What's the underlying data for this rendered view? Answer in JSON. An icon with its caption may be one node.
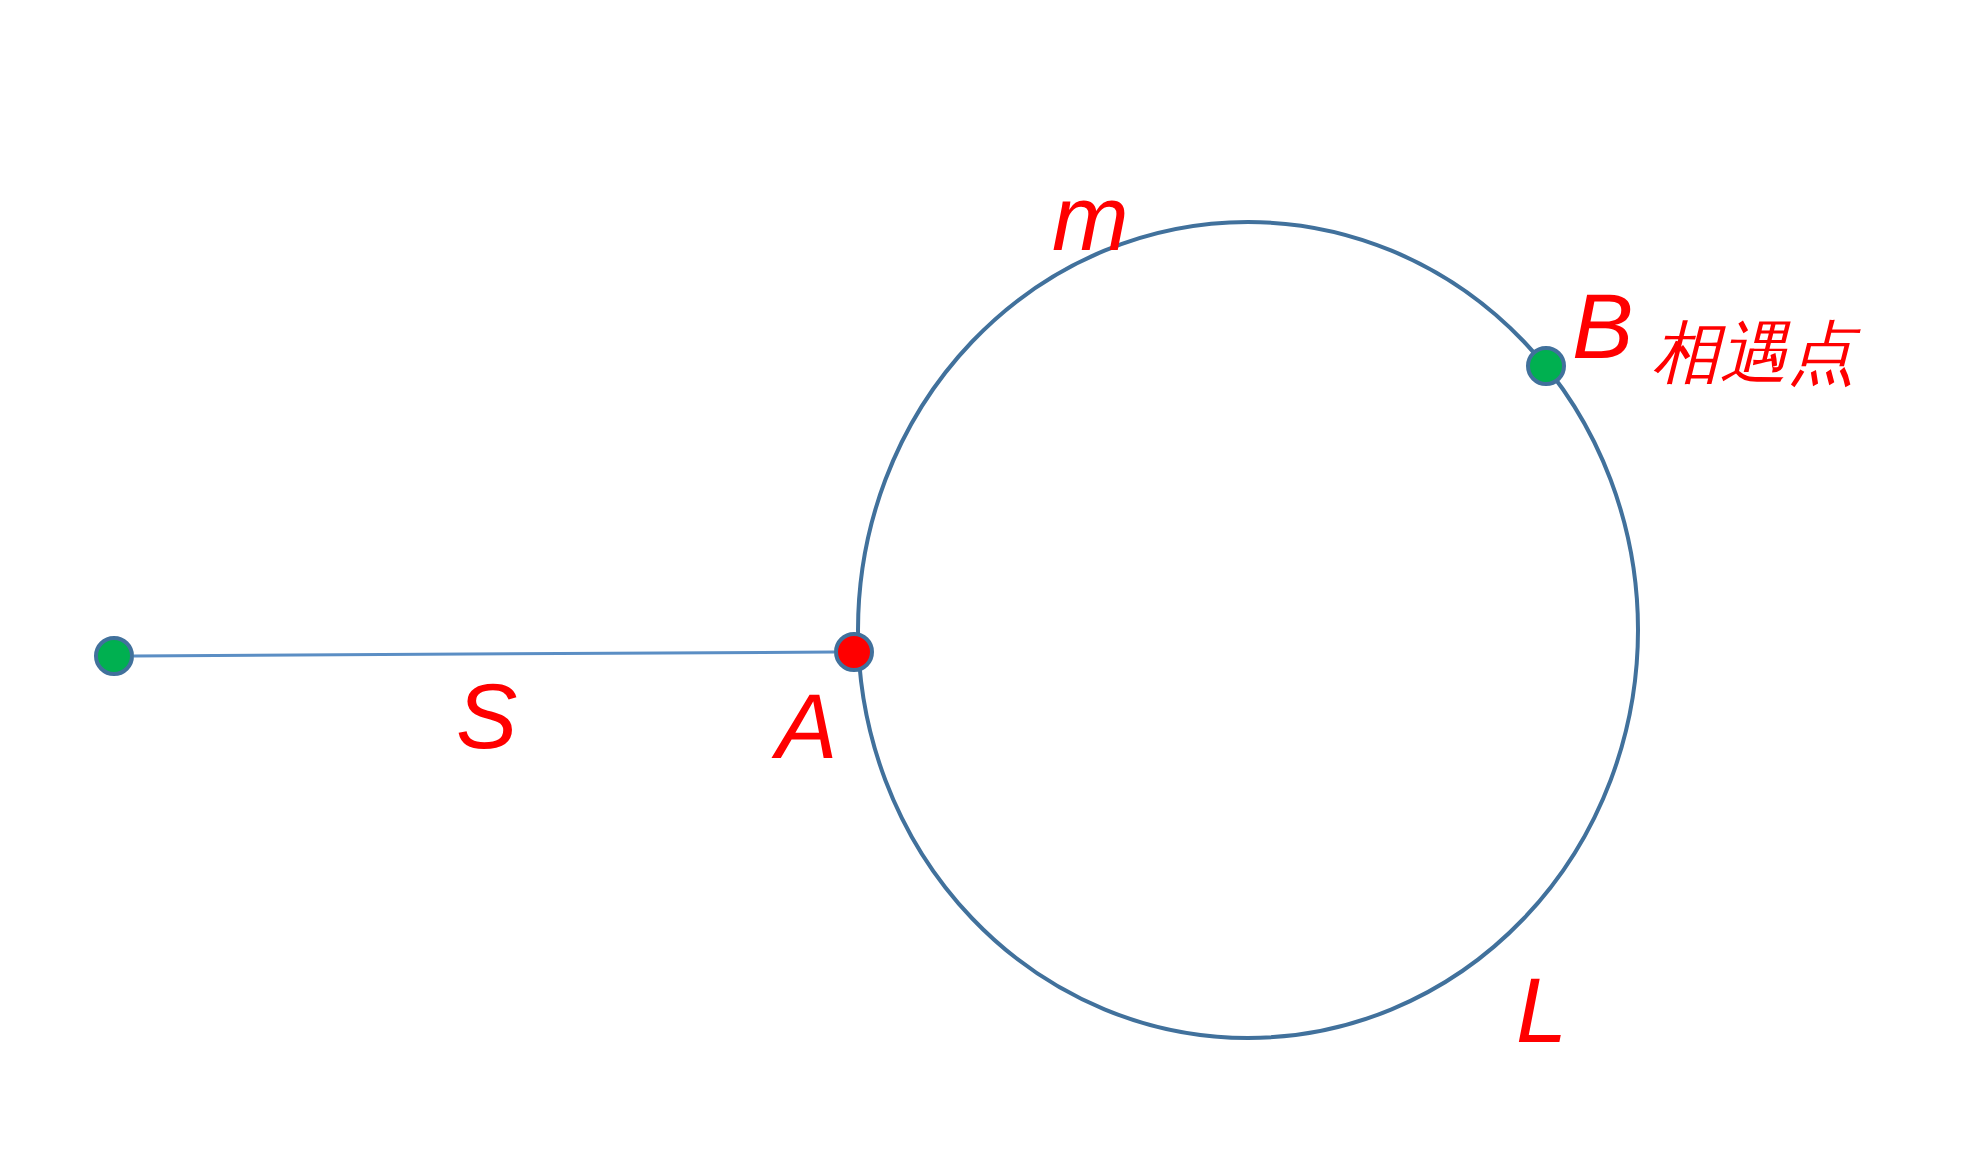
{
  "diagram": {
    "nodes": [
      {
        "text": [],
        "shape": "circle"
      },
      {
        "text": [],
        "shape": "circle",
        "beside": [
          "A"
        ]
      },
      {
        "text": [],
        "shape": "circle",
        "beside": [
          "B",
          "相遇点"
        ]
      }
    ],
    "edges": [
      {
        "from": 0,
        "to": 1,
        "arrow": "none",
        "label": "S"
      }
    ],
    "labels": [
      "m",
      "L"
    ]
  }
}
